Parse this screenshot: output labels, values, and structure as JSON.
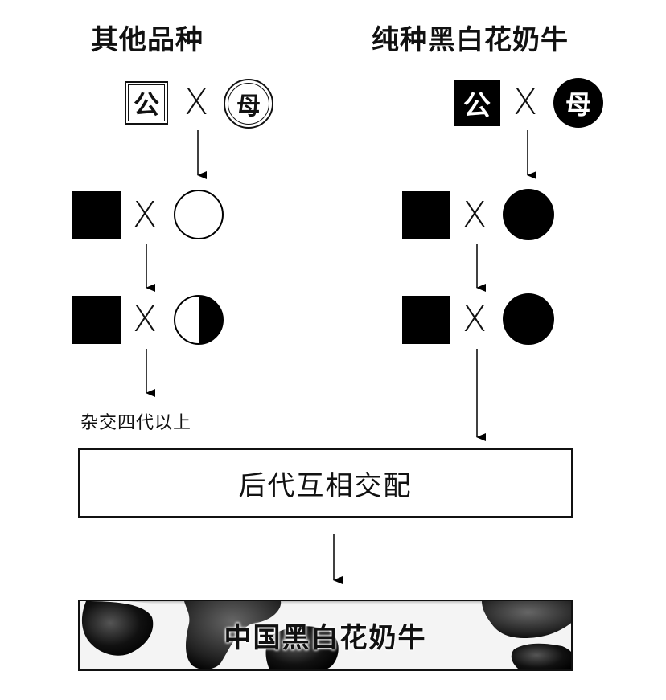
{
  "left": {
    "title": "其他品种",
    "male": "公",
    "times": "X",
    "female": "母",
    "caption": "杂交四代以上"
  },
  "right": {
    "title": "纯种黑白花奶牛",
    "male": "公",
    "times": "X",
    "female": "母"
  },
  "mating_label": "后代互相交配",
  "result_label": "中国黑白花奶牛",
  "colors": {
    "black": "#000000",
    "white": "#ffffff",
    "line": "#111111"
  }
}
